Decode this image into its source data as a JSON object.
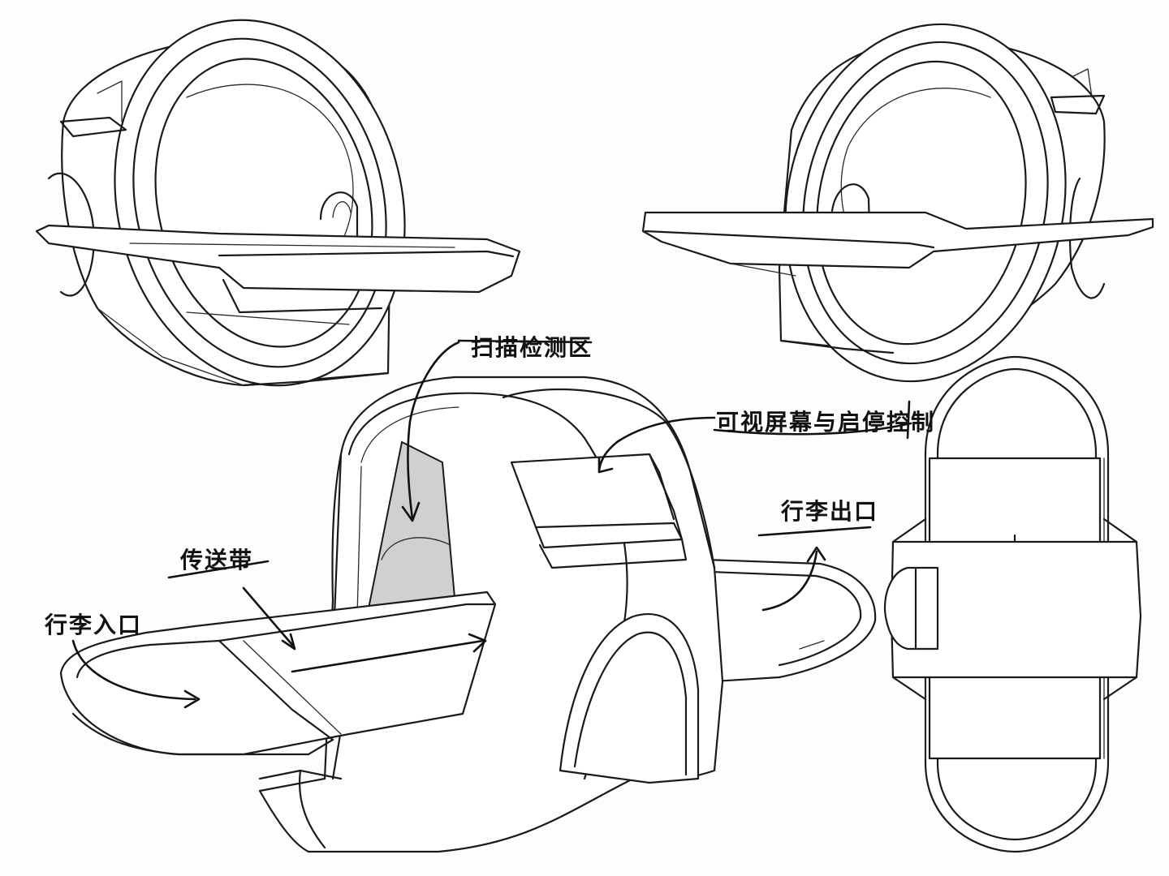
{
  "annotations": {
    "scan_zone": "扫描检测区",
    "screen_control": "可视屏幕与启停控制",
    "conveyor": "传送带",
    "luggage_entrance": "行李入口",
    "luggage_exit": "行李出口"
  },
  "colors": {
    "line": "#1a1a1a",
    "scan_plane": "#d0d0d0",
    "background": "#fdfdfd"
  }
}
